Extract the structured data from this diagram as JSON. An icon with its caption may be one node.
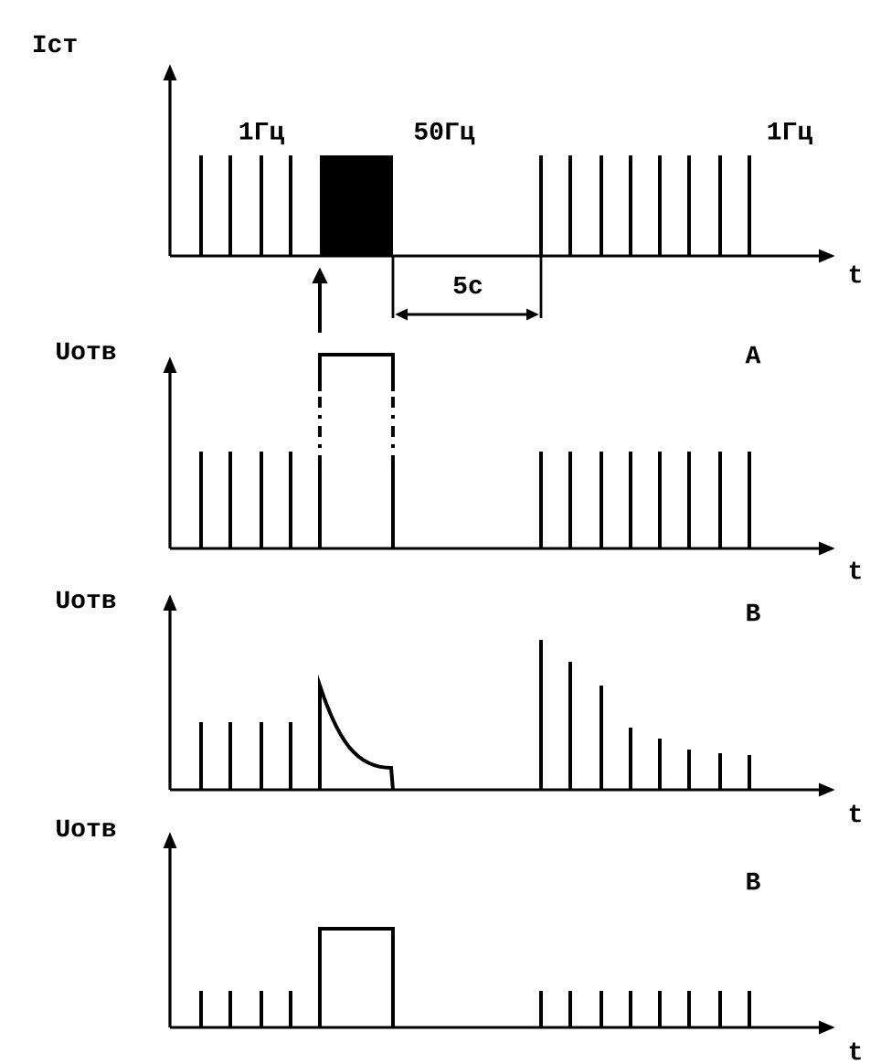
{
  "diagram": {
    "labels": [
      "Iст",
      "1Гц",
      "50Гц",
      "1Гц",
      "t",
      "5с",
      "Uотв",
      "А",
      "t",
      "Uотв",
      "В",
      "t",
      "Uотв",
      "В",
      "t"
    ]
  }
}
